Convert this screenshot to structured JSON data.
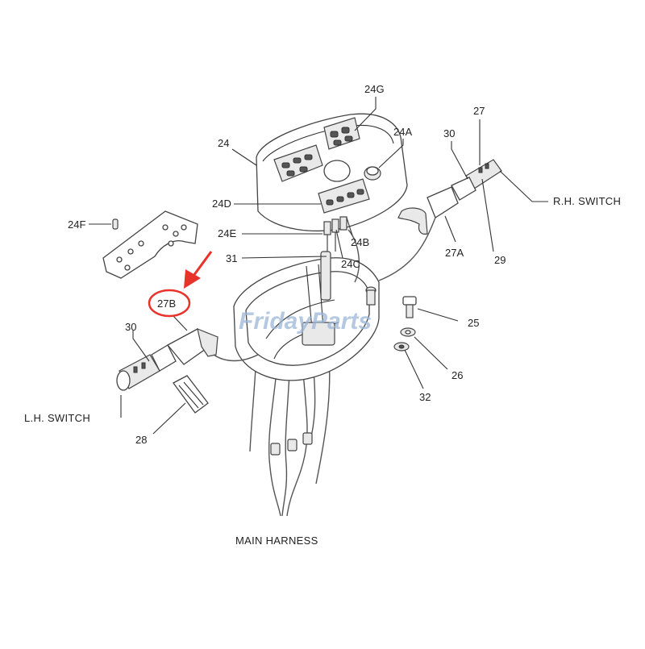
{
  "diagram": {
    "callouts": {
      "c24G": "24G",
      "c24": "24",
      "c24A": "24A",
      "c30r": "30",
      "c27": "27",
      "c24D": "24D",
      "c24F": "24F",
      "c24E": "24E",
      "c31": "31",
      "c24B": "24B",
      "c24C": "24C",
      "c27A": "27A",
      "c29": "29",
      "c27B": "27B",
      "c30l": "30",
      "c25": "25",
      "c26": "26",
      "c32": "32",
      "c28": "28"
    },
    "captions": {
      "rh_switch": "R.H. SWITCH",
      "lh_switch": "L.H. SWITCH",
      "main_harness": "MAIN HARNESS"
    },
    "watermark": "FridayParts",
    "highlight_color": "#e8332a",
    "watermark_color": "#9db6d8"
  }
}
